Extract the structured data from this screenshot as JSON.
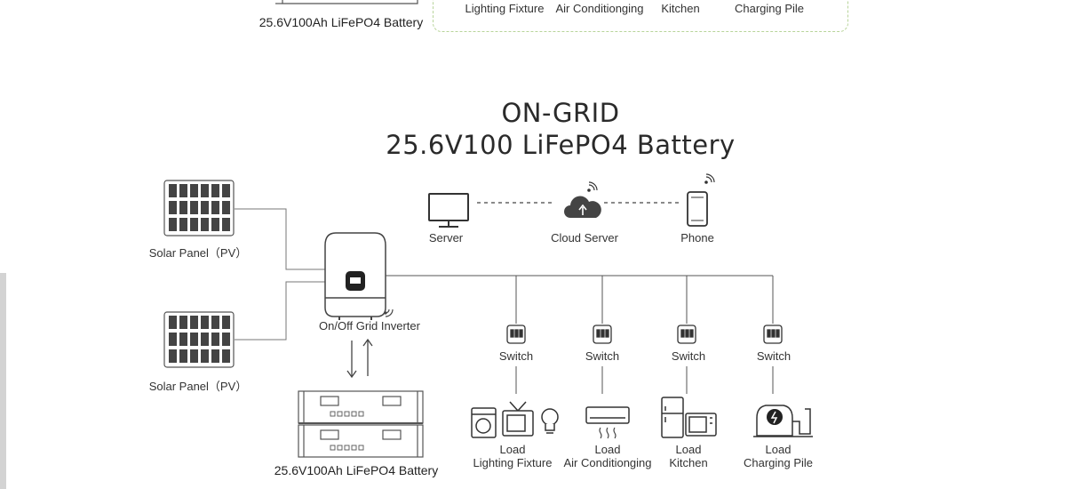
{
  "top_section": {
    "battery_label": "25.6V100Ah LiFePO4 Battery",
    "loads": [
      "Lighting Fixture",
      "Air Conditionging",
      "Kitchen",
      "Charging Pile"
    ]
  },
  "header": {
    "title": "ON-GRID",
    "subtitle": "25.6V100 LiFePO4 Battery"
  },
  "solar_panels": [
    {
      "label": "Solar Panel（PV）"
    },
    {
      "label": "Solar Panel（PV）"
    }
  ],
  "network": {
    "server": "Server",
    "cloud": "Cloud Server",
    "phone": "Phone"
  },
  "inverter": {
    "label": "On/Off Grid Inverter"
  },
  "battery": {
    "label": "25.6V100Ah LiFePO4 Battery"
  },
  "switch_label": "Switch",
  "load_word": "Load",
  "loads": [
    {
      "name": "Lighting Fixture"
    },
    {
      "name": "Air Conditionging"
    },
    {
      "name": "Kitchen"
    },
    {
      "name": "Charging Pile"
    }
  ],
  "colors": {
    "line": "#555555",
    "dashed_border": "#b8d49a",
    "side_bar": "#d3d3d3"
  }
}
